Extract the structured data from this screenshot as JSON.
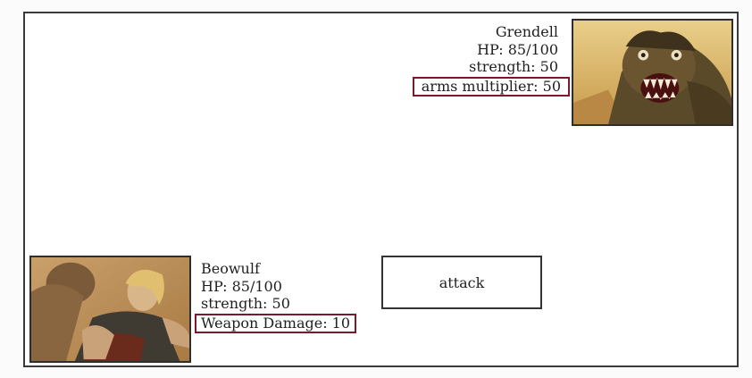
{
  "enemy": {
    "name": "Grendell",
    "hp": "HP: 85/100",
    "strength": "strength: 50",
    "modifier": "arms multiplier: 50",
    "portrait_icon": "monster-portrait"
  },
  "player": {
    "name": "Beowulf",
    "hp": "HP: 85/100",
    "strength": "strength: 50",
    "modifier": "Weapon Damage: 10",
    "portrait_icon": "warrior-portrait"
  },
  "actions": {
    "attack_label": "attack"
  },
  "colors": {
    "highlight_border": "#7a1b2b",
    "frame_border": "#3a3a3a"
  }
}
